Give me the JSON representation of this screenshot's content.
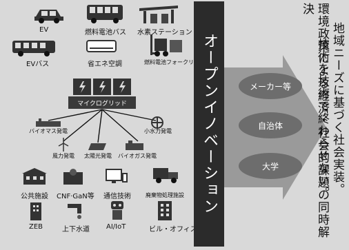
{
  "top_icons": [
    {
      "label": "EV",
      "icon": "car-icon"
    },
    {
      "label": "燃料電池バス",
      "icon": "bus-icon"
    },
    {
      "label": "水素ステーション",
      "icon": "hydrogen-station-icon"
    },
    {
      "label": "EVバス",
      "icon": "ev-bus-icon"
    },
    {
      "label": "省エネ空調",
      "icon": "air-conditioner-icon"
    },
    {
      "label": "燃料電池フォークリフト",
      "icon": "forklift-icon"
    }
  ],
  "microgrid_label": "マイクログリッド",
  "generation_labels": [
    "バイオマス発電",
    "小水力発電",
    "風力発電",
    "太陽光発電",
    "バイオガス発電"
  ],
  "bottom_icons": [
    {
      "label": "公共施設",
      "icon": "public-facility-icon"
    },
    {
      "label": "CNF·GaN等",
      "icon": "material-icon"
    },
    {
      "label": "通信技術",
      "icon": "monitor-icon"
    },
    {
      "label": "廃棄物処理施設",
      "icon": "waste-truck-icon"
    },
    {
      "label": "ZEB",
      "icon": "building-icon"
    },
    {
      "label": "上下水道",
      "icon": "faucet-icon"
    },
    {
      "label": "AI/IoT",
      "icon": "robot-icon"
    },
    {
      "label": "ビル・オフィス",
      "icon": "office-building-icon"
    }
  ],
  "center_band": "オープンイノベーション",
  "stakeholders": [
    "メーカー等",
    "自治体",
    "大学"
  ],
  "vertical_lines": [
    "地域ニーズに基づく社会実装。",
    "技術を技術で終わらせない。",
    "環境政策による経済・社会的課題の同時解決"
  ],
  "colors": {
    "band": "#2b2b2b",
    "oval": "#6d6d6d",
    "arrow": "#9a9a9a",
    "background": "#d9d9d9"
  }
}
